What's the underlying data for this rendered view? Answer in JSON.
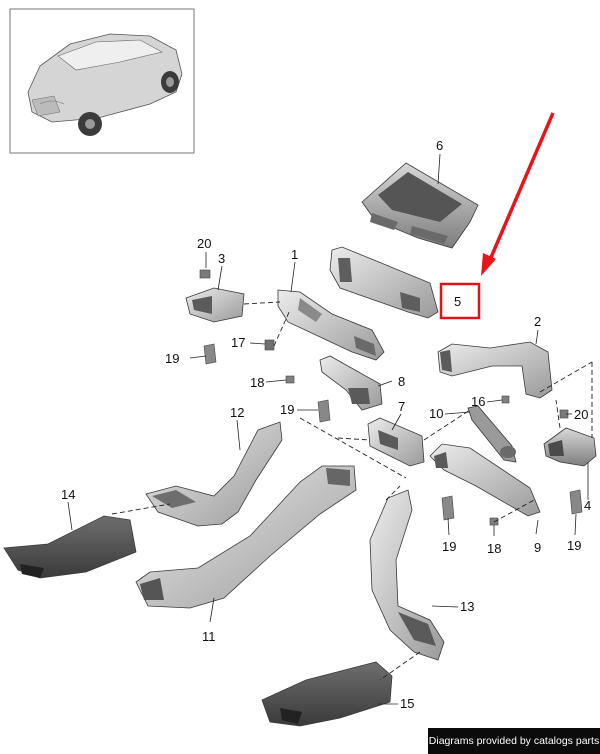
{
  "diagram": {
    "callouts": {
      "c1": "1",
      "c2": "2",
      "c3": "3",
      "c4": "4",
      "c5": "5",
      "c6": "6",
      "c7": "7",
      "c8": "8",
      "c9": "9",
      "c10": "10",
      "c11": "11",
      "c12": "12",
      "c13": "13",
      "c14": "14",
      "c15": "15",
      "c16": "16",
      "c17": "17",
      "c18a": "18",
      "c18b": "18",
      "c19a": "19",
      "c19b": "19",
      "c19c": "19",
      "c19d": "19",
      "c20a": "20",
      "c20b": "20"
    },
    "highlighted_part": "5",
    "highlight_color": "#e0131b",
    "arrow_color": "#e8141c"
  },
  "footer": {
    "credit": "Diagrams provided by catalogs parts"
  }
}
